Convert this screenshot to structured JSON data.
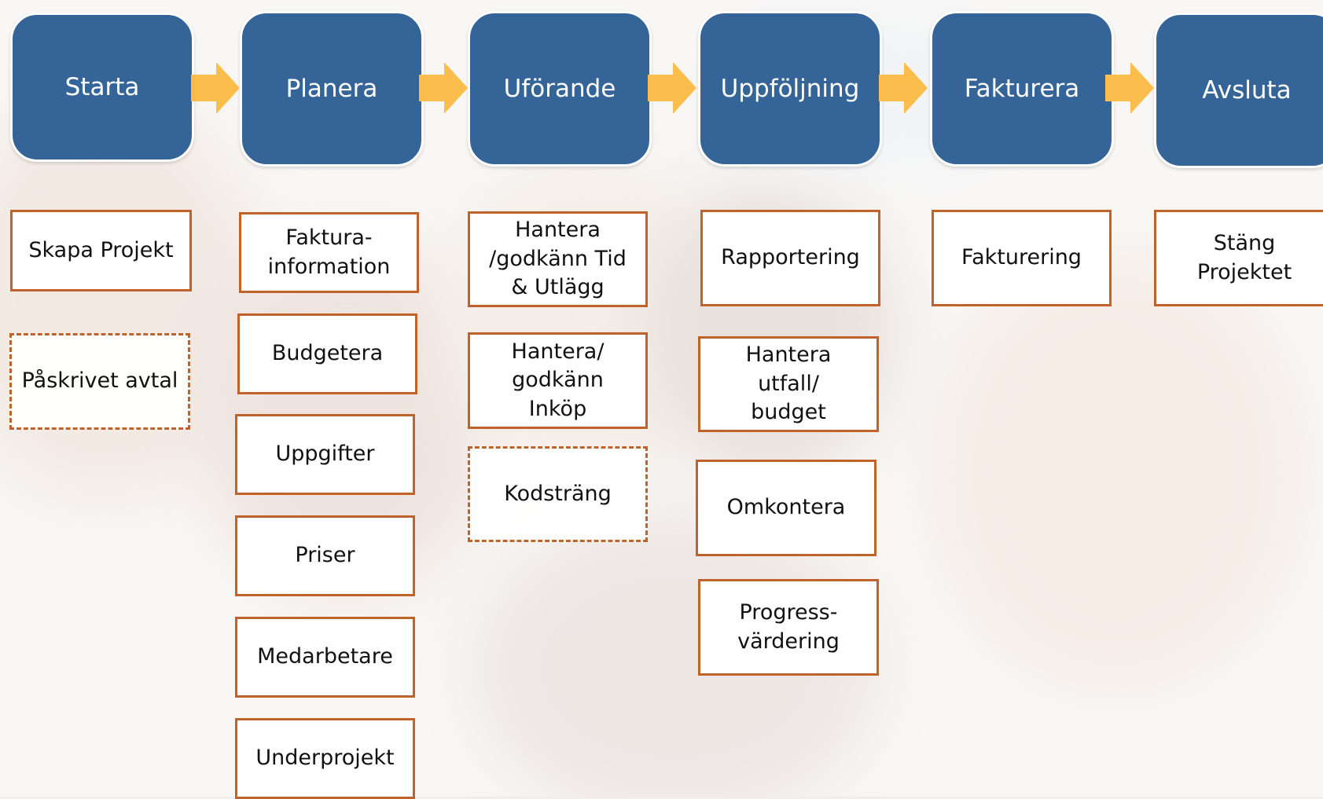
{
  "phases": [
    {
      "label": "Starta"
    },
    {
      "label": "Planera"
    },
    {
      "label": "Uförande"
    },
    {
      "label": "Uppföljning"
    },
    {
      "label": "Fakturera"
    },
    {
      "label": "Avsluta"
    }
  ],
  "columns": {
    "starta": [
      "Skapa Projekt",
      "Påskrivet avtal"
    ],
    "planera": [
      "Faktura-\ninformation",
      "Budgetera",
      "Uppgifter",
      "Priser",
      "Medarbetare",
      "Underprojekt"
    ],
    "utforande": [
      "Hantera\n/godkänn Tid\n& Utlägg",
      "Hantera/\ngodkänn\nInköp",
      "Kodsträng"
    ],
    "uppfoljning": [
      "Rapportering",
      "Hantera\nutfall/\nbudget",
      "Omkontera",
      "Progress-\nvärdering"
    ],
    "fakturera": [
      "Fakturering"
    ],
    "avsluta": [
      "Stäng\nProjektet"
    ]
  },
  "colors": {
    "phase": "#356598",
    "arrow": "#fbbd4b",
    "box_border": "#c0632a"
  }
}
